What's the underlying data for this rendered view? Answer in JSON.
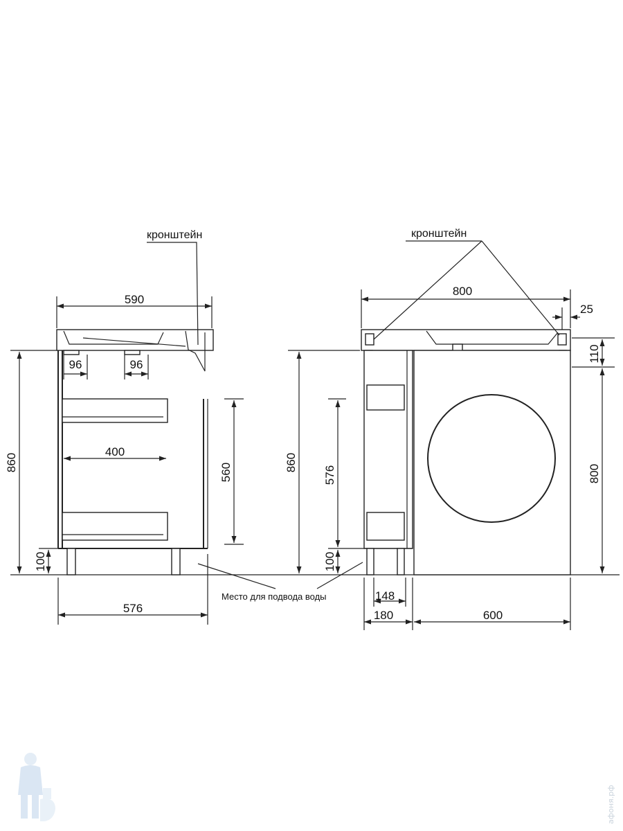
{
  "callouts": {
    "bracket_left": "кронштейн",
    "bracket_right": "кронштейн",
    "water_supply": "Место для подвода воды"
  },
  "dimensions": {
    "left_top_width": "590",
    "left_bracket_offset_1": "96",
    "left_bracket_offset_2": "96",
    "left_shelf_width": "400",
    "left_total_height": "860",
    "left_inner_height": "560",
    "left_leg_height": "100",
    "left_bottom_width": "576",
    "right_top_width": "800",
    "right_overhang": "25",
    "right_top_thickness": "110",
    "right_washer_height": "800",
    "right_total_height": "860",
    "right_column_height": "576",
    "right_leg_height": "100",
    "right_inner_width": "148",
    "right_column_width": "180",
    "right_washer_width": "600"
  },
  "watermark": {
    "text": "афоня.рф",
    "logo_icon": "plumber-mascot-icon"
  }
}
